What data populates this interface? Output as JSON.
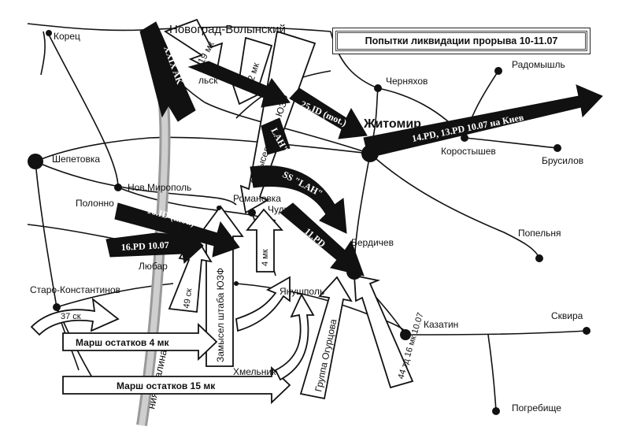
{
  "title": "Попытки ликвидации прорыва 10-11.07",
  "cities": {
    "korets": "Корец",
    "novograd": "Новоград-Волынский",
    "shepetovka": "Шепетовка",
    "nov_miropol": "Нов.Мирополь",
    "polonnoe": "Полонно",
    "lyubar": "Любар",
    "staro_konst": "Старо-Константинов",
    "romanovka": "Романовка",
    "chudnov": "Чуднов",
    "berdichev": "Бердичев",
    "yanushpol": "Янушполь",
    "khmelnik": "Хмельник",
    "kazatin": "Казатин",
    "skvira": "Сквира",
    "pogrebishche": "Погребище",
    "popelnya": "Попельня",
    "zhitomir": "Житомир",
    "chernyakhov": "Черняхов",
    "radomyshl": "Радомышль",
    "korostyshev": "Коростышев",
    "brusilov": "Брусилов",
    "pulsk_fragment": "льск",
    "stalin_line_fragment": "ния Сталина"
  },
  "arrows": {
    "german_xxix": "XXIX AK",
    "german_25id": "25.ID (mot.)",
    "german_14pd": "14.PD, 13.PD 10.07 на Киев",
    "german_ss_lah": "SS \"LAH\"",
    "german_lah_short": "LAH\"",
    "german_16id": "16.ID (mot.)",
    "german_16pd": "16.PD 10.07",
    "german_11pd": "11.PD",
    "sov_19mk": "19 мк",
    "sov_22mk": "22 мк",
    "sov_plan_top": "Замысел штаба ЮЗФ",
    "sov_plan_bottom": "Замысел штаба ЮЗФ",
    "sov_4mk": "4 мк",
    "sov_49sk": "49 ск",
    "sov_37sk": "37 ск",
    "sov_march4": "Марш остатков 4 мк",
    "sov_march15": "Марш остатков 15 мк",
    "sov_ogurtsov": "Группа Огурцова",
    "sov_44td": "44 тд 16 мк 10.07"
  }
}
